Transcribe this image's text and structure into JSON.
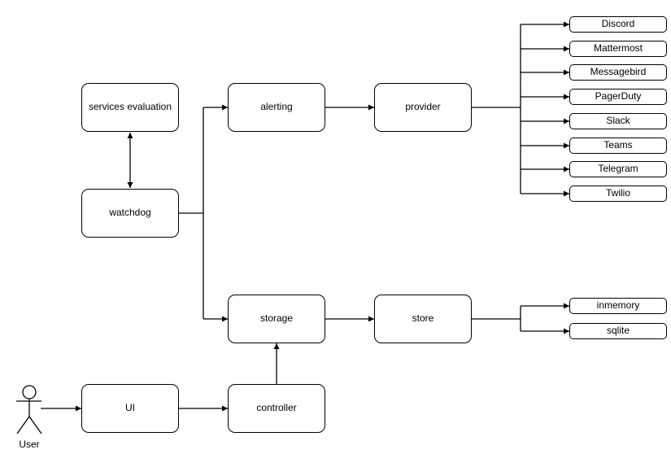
{
  "diagram": {
    "nodes": {
      "services_evaluation": "services evaluation",
      "watchdog": "watchdog",
      "alerting": "alerting",
      "provider": "provider",
      "storage": "storage",
      "store": "store",
      "ui": "UI",
      "controller": "controller"
    },
    "actor_label": "User",
    "providers": [
      "Discord",
      "Mattermost",
      "Messagebird",
      "PagerDuty",
      "Slack",
      "Teams",
      "Telegram",
      "Twilio"
    ],
    "stores": [
      "inmemory",
      "sqlite"
    ],
    "colors": {
      "stroke": "#000000",
      "node_fill": "#ffffff",
      "text": "#000000",
      "background": "#ffffff"
    }
  }
}
